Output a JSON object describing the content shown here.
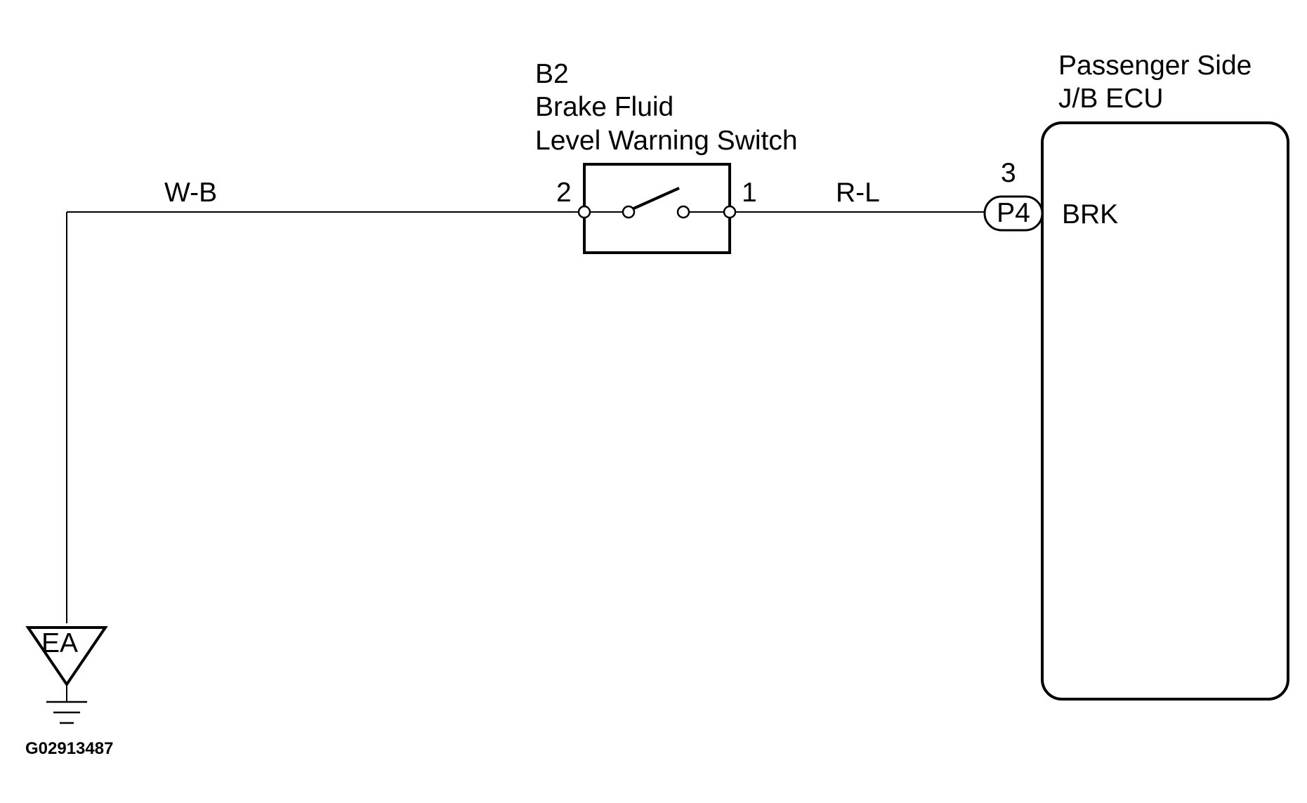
{
  "switch": {
    "code": "B2",
    "name_line1": "Brake Fluid",
    "name_line2": "Level Warning Switch",
    "pin_left": "2",
    "pin_right": "1"
  },
  "wires": {
    "ground_side": "W-B",
    "ecu_side": "R-L"
  },
  "ecu": {
    "name_line1": "Passenger Side",
    "name_line2": "J/B ECU",
    "connector": "P4",
    "pin": "3",
    "terminal": "BRK"
  },
  "ground": {
    "label": "EA"
  },
  "figure_id": "G02913487"
}
